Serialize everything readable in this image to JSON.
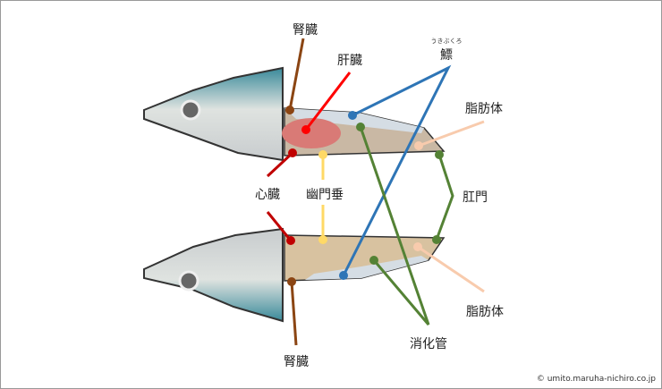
{
  "labels": {
    "kidney_top": "腎臓",
    "liver": "肝臓",
    "swim_bladder": "鰾",
    "swim_bladder_reading": "うきぶくろ",
    "fat_body_top": "脂肪体",
    "heart": "心臓",
    "pyloric_caeca": "幽門垂",
    "anus": "肛門",
    "fat_body_bottom": "脂肪体",
    "digestive_tract": "消化管",
    "kidney_bottom": "腎臓"
  },
  "copyright": "© umito.maruha-nichiro.co.jp",
  "colors": {
    "kidney": "#8b4513",
    "liver": "#ff0000",
    "heart": "#c00000",
    "pyloric": "#ffd966",
    "bladder": "#2e75b6",
    "fat": "#f8cbad",
    "anus": "#548235",
    "digestive": "#548235"
  }
}
